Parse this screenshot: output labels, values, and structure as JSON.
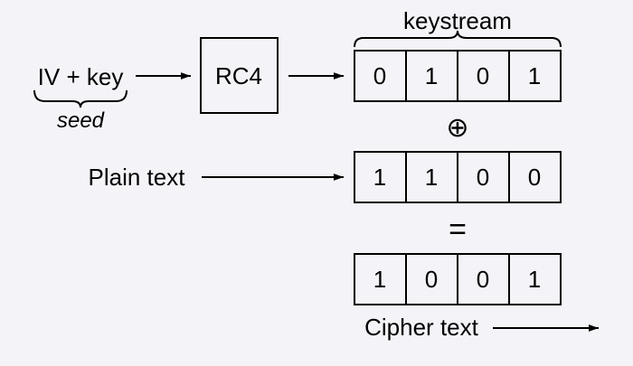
{
  "colors": {
    "background": "#f4f4f8",
    "stroke": "#000000"
  },
  "input": {
    "label": "IV + key",
    "brace_label": "seed"
  },
  "cipher": {
    "label": "RC4"
  },
  "keystream": {
    "label": "keystream",
    "bits": [
      "0",
      "1",
      "0",
      "1"
    ]
  },
  "xor_symbol": "⊕",
  "plaintext": {
    "label": "Plain text",
    "bits": [
      "1",
      "1",
      "0",
      "0"
    ]
  },
  "equals_symbol": "=",
  "ciphertext": {
    "label": "Cipher text",
    "bits": [
      "1",
      "0",
      "0",
      "1"
    ]
  }
}
